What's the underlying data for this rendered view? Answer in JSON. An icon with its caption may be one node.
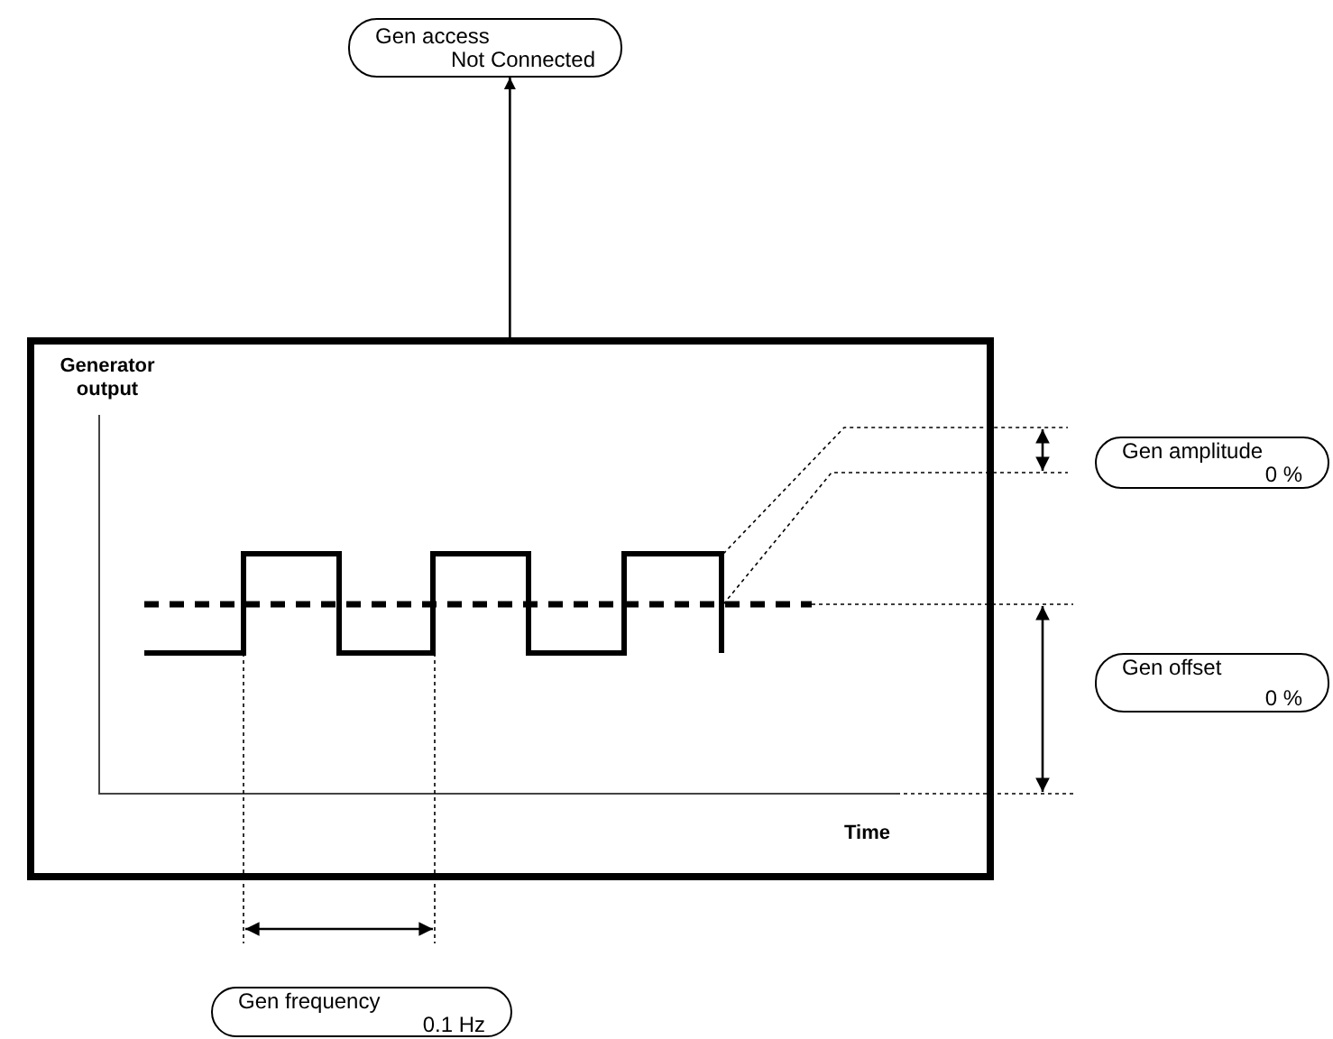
{
  "diagram": {
    "nodes": [
      {
        "text": [
          "Gen access",
          "Not Connected"
        ]
      },
      {
        "text": [],
        "shape": "box"
      },
      {
        "text": [
          "Gen amplitude",
          "0 %"
        ]
      },
      {
        "text": [
          "Gen offset",
          "0 %"
        ]
      },
      {
        "text": [
          "Gen frequency",
          "0.1 Hz"
        ]
      }
    ],
    "edges": [
      {
        "from": 1,
        "to": 0,
        "arrow": "to"
      }
    ],
    "labels": [
      "Generator output",
      "Time"
    ]
  }
}
